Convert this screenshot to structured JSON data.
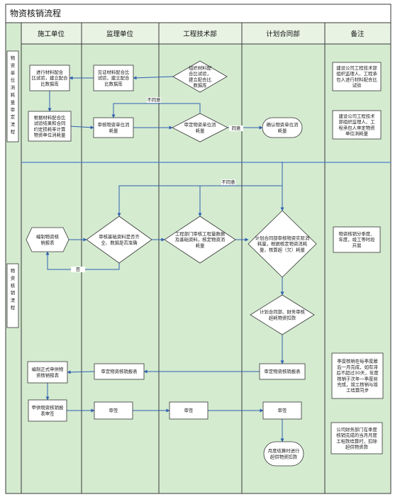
{
  "title": "物资核销流程",
  "columns": [
    "施工单位",
    "监理单位",
    "工程技术部",
    "计划合同部",
    "备注"
  ],
  "phases": [
    "物资单位消耗量审定流程",
    "物资核销流程"
  ],
  "nodes": [
    {
      "id": "n1",
      "lines": [
        "进行材料配合",
        "比试验，建立配合",
        "比数据库"
      ]
    },
    {
      "id": "n2",
      "lines": [
        "见证材料配合比",
        "试验，建立配合",
        "比数据库"
      ]
    },
    {
      "id": "n3",
      "lines": [
        "组织材料配",
        "合比试验，",
        "建立配合比",
        "数据库"
      ]
    },
    {
      "id": "n4",
      "lines": [
        "根据材料配合比",
        "试验结果和合同",
        "约定损耗率计算",
        "物资单位消耗量"
      ]
    },
    {
      "id": "n5",
      "lines": [
        "审核物资单位消",
        "耗量"
      ]
    },
    {
      "id": "n6",
      "lines": [
        "审定物资单位消",
        "耗量"
      ]
    },
    {
      "id": "n7",
      "lines": [
        "确认物资单位消",
        "耗量"
      ]
    },
    {
      "id": "n8",
      "lines": [
        "编制物资核",
        "销报表"
      ]
    },
    {
      "id": "n9",
      "lines": [
        "审核基础资料是否齐",
        "全、数据是否准确"
      ]
    },
    {
      "id": "n10",
      "lines": [
        "工程部门审核工程量数据",
        "及基础资料，核定物资消",
        "耗量"
      ]
    },
    {
      "id": "n11",
      "lines": [
        "计划合同部审核物资实际消",
        "耗量，根据核定物资消耗",
        "量，核算超（欠）耗量"
      ]
    },
    {
      "id": "n12",
      "lines": [
        "计划合同部、财务审核",
        "超耗物资扣款"
      ]
    },
    {
      "id": "n13",
      "lines": [
        "编制正式申供物",
        "资核销报表"
      ]
    },
    {
      "id": "n14",
      "lines": [
        "审定物资核销报表"
      ]
    },
    {
      "id": "n15",
      "lines": [
        "审定物资核销报表"
      ]
    },
    {
      "id": "n16",
      "lines": [
        "甲供物资核销报",
        "表审签"
      ]
    },
    {
      "id": "n17",
      "lines": [
        "审签"
      ]
    },
    {
      "id": "n18",
      "lines": [
        "审签"
      ]
    },
    {
      "id": "n19",
      "lines": [
        "审签"
      ]
    },
    {
      "id": "n20",
      "lines": [
        "月度结算时进行",
        "超供物资扣款"
      ]
    }
  ],
  "notes": [
    {
      "id": "note1",
      "lines": [
        "建设公司工程技术部",
        "组织监理人、工程承",
        "包人进行材料配合比",
        "试验"
      ]
    },
    {
      "id": "note2",
      "lines": [
        "建设公司工程技术",
        "部组织监理人、工",
        "程承包人审定物资",
        "单位消耗量"
      ]
    },
    {
      "id": "note3",
      "lines": [
        "物资核销分季度、",
        "年度，竣工等时段",
        "开展"
      ]
    },
    {
      "id": "note4",
      "lines": [
        "季度核销在每季度最",
        "后一月完成，如有滞",
        "后不超过30天，年度",
        "核销于次年一季度前",
        "完成，竣工核销与竣",
        "工结算同步"
      ]
    },
    {
      "id": "note5",
      "lines": [
        "公司财务部门在季度",
        "核销完成的当月月度",
        "工程款结算时，扣除",
        "超供物资款"
      ]
    }
  ],
  "flow_labels": {
    "disagree": "不同意",
    "agree": "同意",
    "no": "否"
  },
  "colors": {
    "panel": "#d4ebd0",
    "header_band": "#e8f3e4",
    "border": "#3a3a3a",
    "node_fill": "#ffffff",
    "node_stroke": "#333333",
    "arrow": "#2f5fb0",
    "divider": "#4a7fc8"
  }
}
